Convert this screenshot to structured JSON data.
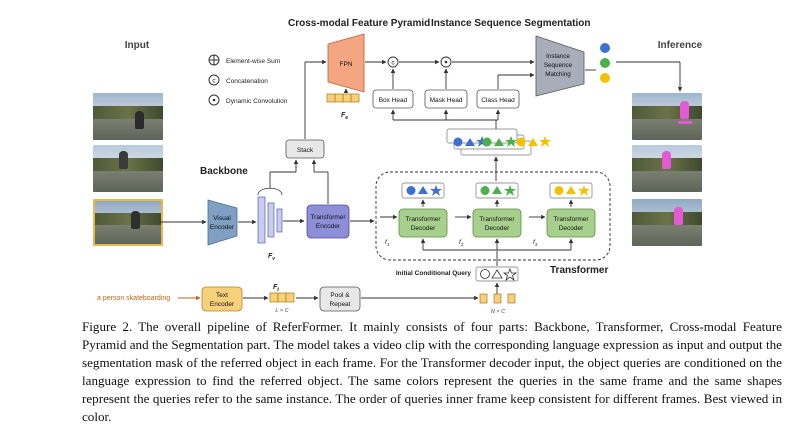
{
  "titles": {
    "input": "Input",
    "inference": "Inference",
    "cross_modal": "Cross-modal Feature Pyramid",
    "instance_seg": "Instance Sequence Segmentation",
    "backbone": "Backbone",
    "transformer": "Transformer"
  },
  "legend": {
    "sum": "Element-wise Sum",
    "concat": "Concatenation",
    "dynconv": "Dynamic Convolution"
  },
  "blocks": {
    "visual_encoder": [
      "Visual",
      "Encoder"
    ],
    "transformer_encoder": [
      "Transformer",
      "Encoder"
    ],
    "stack": "Stack",
    "fpn": "FPN",
    "box_head": "Box Head",
    "mask_head": "Mask Head",
    "class_head": "Class Head",
    "matching": [
      "Instance",
      "Sequence",
      "Matching"
    ],
    "decoder": [
      "Transformer",
      "Decoder"
    ],
    "text_encoder": [
      "Text",
      "Encoder"
    ],
    "pool_repeat": [
      "Pool &",
      "Repeat"
    ]
  },
  "labels": {
    "fv": "F",
    "fv_sub": "v",
    "fe": "F",
    "fe_sub": "e",
    "ft": "F",
    "ft_sub": "t",
    "lxc": "L × C",
    "nxc": "N × C",
    "f1": "f",
    "f1_sub": "1",
    "f2": "f",
    "f2_sub": "2",
    "f3": "f",
    "f3_sub": "3",
    "initial_query": "Initial Conditional Query",
    "text_input": "a person skateboarding",
    "concat_symbol": "c"
  },
  "colors": {
    "visual": "#7f9fc3",
    "trans_enc": "#8c8fd8",
    "decoder": "#a8d08d",
    "fpn": "#f4a582",
    "text_enc": "#f8cf7a",
    "blue": "#3f6fd0",
    "green": "#49b04a",
    "yellow": "#f2c200",
    "text_orange": "#c0661a"
  },
  "caption": "Figure 2. The overall pipeline of ReferFormer. It mainly consists of four parts: Backbone, Transformer, Cross-modal Feature Pyramid and the Segmentation part. The model takes a video clip with the corresponding language expression as input and output the segmentation mask of the referred object in each frame. For the Transformer decoder input, the object queries are conditioned on the language expression to find the referred object. The same colors represent the queries in the same frame and the same shapes represent the queries refer to the same instance. The order of queries inner frame keep consistent for different frames. Best viewed in color."
}
